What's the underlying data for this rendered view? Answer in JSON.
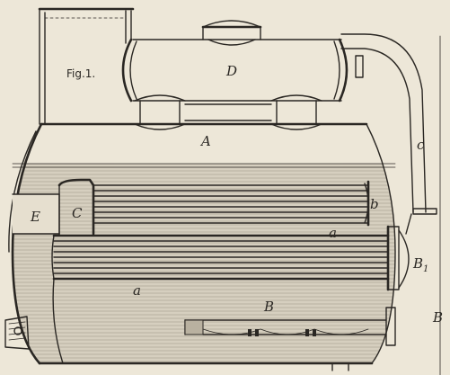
{
  "figure": {
    "caption": "Fig.1.",
    "labels": {
      "D": "D",
      "A": "A",
      "c": "c",
      "E": "E",
      "C": "C",
      "b": "b",
      "a_upper": "a",
      "B1": "B",
      "B1_subscript": "1",
      "a_lower": "a",
      "B_inner": "B",
      "B_outer": "B"
    }
  },
  "colors": {
    "paper": "#ede7d8",
    "ink": "#2a2723",
    "water": "#cfc8b8"
  }
}
